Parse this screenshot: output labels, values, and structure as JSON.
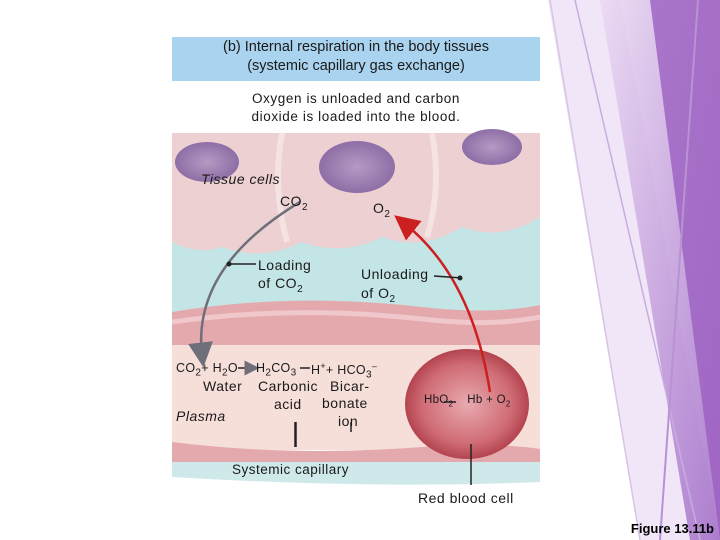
{
  "title": {
    "line1": "(b) Internal respiration in the body tissues",
    "line2": "(systemic capillary gas exchange)"
  },
  "subtitle": {
    "line1": "Oxygen is unloaded and carbon",
    "line2": "dioxide is loaded into the blood."
  },
  "labels": {
    "tissue_cells": "Tissue cells",
    "co2_top": "CO",
    "co2_top_sub": "2",
    "o2_top": "O",
    "o2_top_sub": "2",
    "loading_line1": "Loading",
    "loading_line2": "of CO",
    "loading_line2_sub": "2",
    "unloading_line1": "Unloading",
    "unloading_line2": "of O",
    "unloading_line2_sub": "2",
    "plasma": "Plasma",
    "systemic_capillary": "Systemic capillary",
    "red_blood_cell": "Red blood cell"
  },
  "equation": {
    "co2": "CO",
    "co2_sub": "2",
    "plus1": "+ H",
    "h2o_sub": "2",
    "h2o_o": "O",
    "h2co3_h": "H",
    "h2co3_sub1": "2",
    "h2co3_co": "CO",
    "h2co3_sub2": "3",
    "hplus": "H",
    "hplus_sup": "+",
    "plus2": "+ HCO",
    "hco3_sub": "3",
    "hco3_sup": "–",
    "water": "Water",
    "carbonic": "Carbonic",
    "acid": "acid",
    "bicar": "Bicar-",
    "bonate": "bonate",
    "ion": "ion"
  },
  "rbc_equation": {
    "hbo": "HbO",
    "hbo_sub": "2",
    "hb": "Hb + O",
    "o2_sub": "2"
  },
  "figure_label": "Figure 13.11b",
  "colors": {
    "title_band": "#a9d3ee",
    "tissue": "#e8c4c7",
    "interstitial": "#c3e5e6",
    "capillary_wall": "#e4a9ad",
    "plasma": "#f6dfd8",
    "red_blood_cell": "#c9505a",
    "arrow_co2": "#6f6f7a",
    "arrow_o2": "#cc2020",
    "slide_accent": "#9b5fc0"
  }
}
